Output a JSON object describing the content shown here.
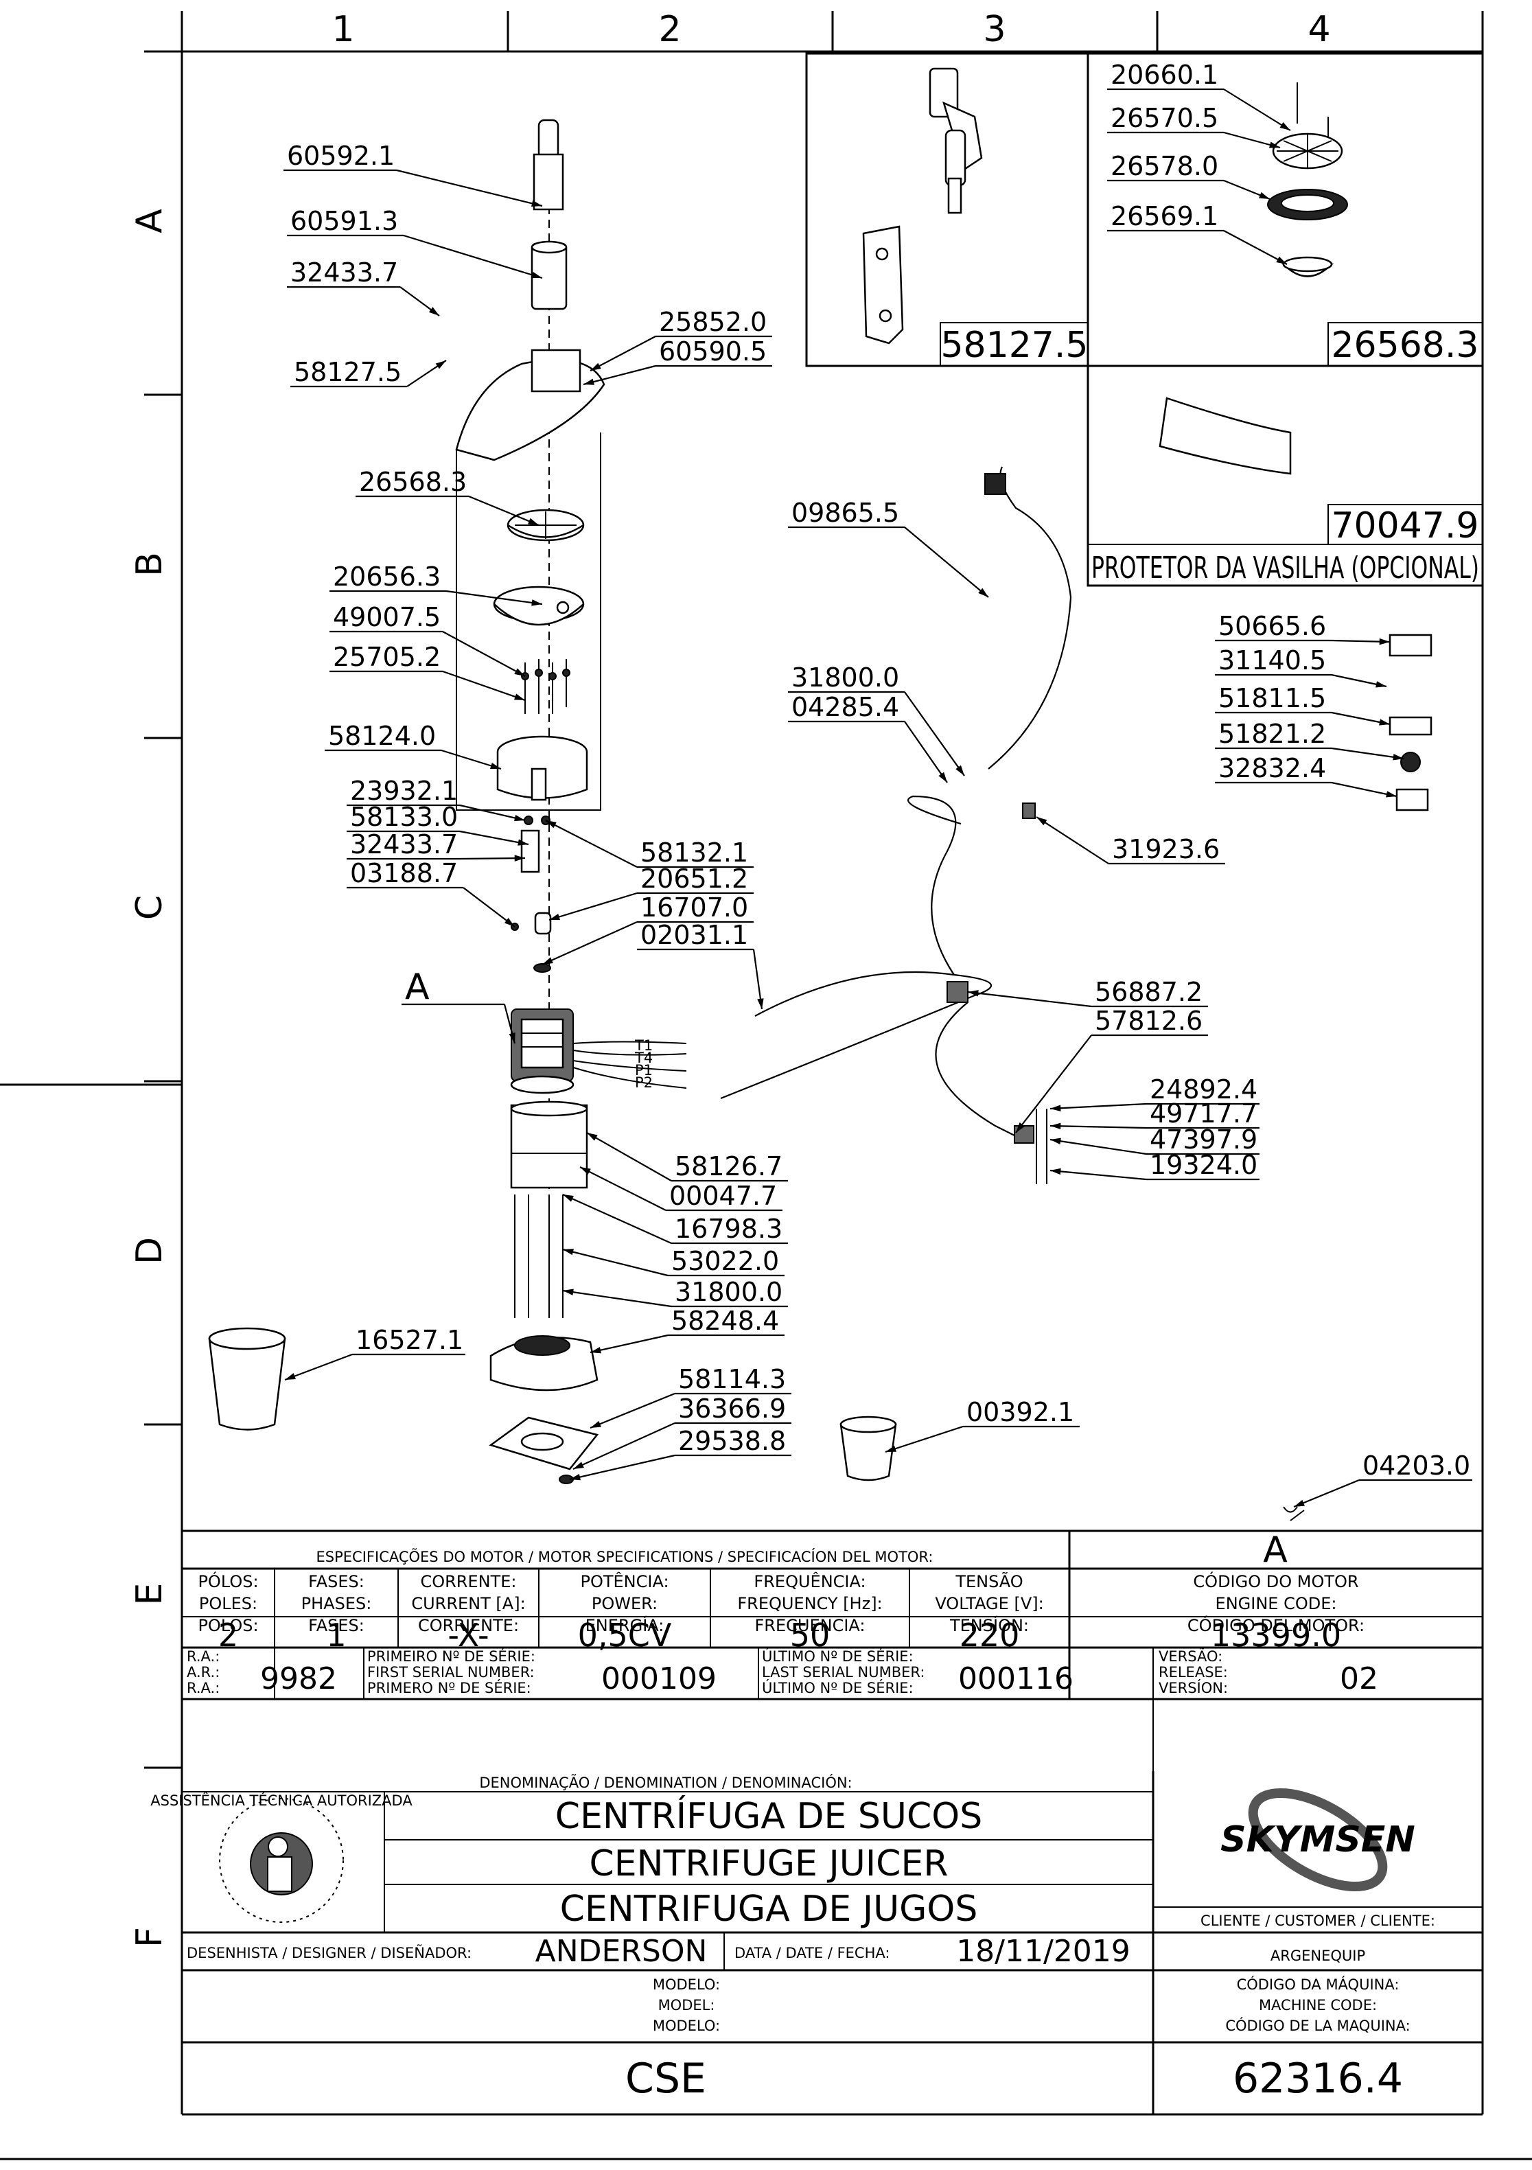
{
  "grid": {
    "columns": [
      "1",
      "2",
      "3",
      "4"
    ],
    "rows": [
      "A",
      "B",
      "C",
      "D",
      "E",
      "F"
    ]
  },
  "callouts": [
    {
      "label": "60592.1"
    },
    {
      "label": "60591.3"
    },
    {
      "label": "32433.7"
    },
    {
      "label": "58127.5"
    },
    {
      "label": "25852.0"
    },
    {
      "label": "60590.5"
    },
    {
      "label": "26568.3"
    },
    {
      "label": "20656.3"
    },
    {
      "label": "49007.5"
    },
    {
      "label": "25705.2"
    },
    {
      "label": "58124.0"
    },
    {
      "label": "23932.1"
    },
    {
      "label": "58133.0"
    },
    {
      "label": "32433.7"
    },
    {
      "label": "03188.7"
    },
    {
      "label": "58132.1"
    },
    {
      "label": "20651.2"
    },
    {
      "label": "16707.0"
    },
    {
      "label": "02031.1"
    },
    {
      "label": "A"
    },
    {
      "label": "09865.5"
    },
    {
      "label": "31800.0"
    },
    {
      "label": "04285.4"
    },
    {
      "label": "31923.6"
    },
    {
      "label": "56887.2"
    },
    {
      "label": "57812.6"
    },
    {
      "label": "24892.4"
    },
    {
      "label": "49717.7"
    },
    {
      "label": "47397.9"
    },
    {
      "label": "19324.0"
    },
    {
      "label": "58126.7"
    },
    {
      "label": "00047.7"
    },
    {
      "label": "16798.3"
    },
    {
      "label": "53022.0"
    },
    {
      "label": "31800.0"
    },
    {
      "label": "58248.4"
    },
    {
      "label": "16527.1"
    },
    {
      "label": "58114.3"
    },
    {
      "label": "36366.9"
    },
    {
      "label": "29538.8"
    },
    {
      "label": "00392.1"
    },
    {
      "label": "04203.0"
    },
    {
      "label": "50665.6"
    },
    {
      "label": "31140.5"
    },
    {
      "label": "51811.5"
    },
    {
      "label": "51821.2"
    },
    {
      "label": "32832.4"
    },
    {
      "label": "20660.1"
    },
    {
      "label": "26570.5"
    },
    {
      "label": "26578.0"
    },
    {
      "label": "26569.1"
    }
  ],
  "wire_terminals": [
    "T1",
    "T4",
    "P1",
    "P2"
  ],
  "detail_boxes": {
    "box1_code": "58127.5",
    "box2_code": "26568.3",
    "box3_code": "70047.9",
    "box3_caption": "PROTETOR DA VASILHA (OPCIONAL)"
  },
  "motor": {
    "header": "ESPECIFICAÇÕES DO MOTOR / MOTOR SPECIFICATIONS / SPECIFICACÍON DEL MOTOR:",
    "ref": "A",
    "columns": [
      {
        "lines": [
          "PÓLOS:",
          "POLES:",
          "POLOS:"
        ],
        "value": "2"
      },
      {
        "lines": [
          "FASES:",
          "PHASES:",
          "FASES:"
        ],
        "value": "1"
      },
      {
        "lines": [
          "CORRENTE:",
          "CURRENT [A]:",
          "CORRIENTE:"
        ],
        "value": "-X-"
      },
      {
        "lines": [
          "POTÊNCIA:",
          "POWER:",
          "ENERGÍA:"
        ],
        "value": "0,5CV"
      },
      {
        "lines": [
          "FREQUÊNCIA:",
          "FREQUENCY [Hz]:",
          "FRECUENCIA:"
        ],
        "value": "50"
      },
      {
        "lines": [
          "TENSÃO",
          "VOLTAGE [V]:",
          "TENSÍON:"
        ],
        "value": "220"
      },
      {
        "lines": [
          "CÓDIGO DO MOTOR",
          "ENGINE CODE:",
          "CÓDIGO DEL MOTOR:"
        ],
        "value": "13399.0"
      }
    ]
  },
  "serial": {
    "ra_lines": [
      "R.A.:",
      "A.R.:",
      "R.A.:"
    ],
    "ra_value": "9982",
    "first_lines": [
      "PRIMEIRO Nº DE SÉRIE:",
      "FIRST SERIAL NUMBER:",
      "PRIMERO Nº DE SÉRIE:"
    ],
    "first_value": "000109",
    "last_lines": [
      "ÚLTIMO Nº DE SÉRIE:",
      "LAST SERIAL NUMBER:",
      "ÚLTIMO Nº DE SÉRIE:"
    ],
    "last_value": "000116",
    "version_lines": [
      "VERSÃO:",
      "RELEASE:",
      "VERSÍON:"
    ],
    "version_value": "02"
  },
  "title_block": {
    "denomination_header": "DENOMINAÇÃO / DENOMINATION / DENOMINACIÓN:",
    "names": [
      "CENTRÍFUGA DE SUCOS",
      "CENTRIFUGE JUICER",
      "CENTRIFUGA DE JUGOS"
    ],
    "stamp_text": "ASSISTÊNCIA TÉCNICA AUTORIZADA",
    "brand": "SKYMSEN",
    "client_label": "CLIENTE / CUSTOMER / CLIENTE:",
    "client_value": "ARGENEQUIP",
    "designer_label": "DESENHISTA / DESIGNER / DISEÑADOR:",
    "designer_value": "ANDERSON",
    "date_label": "DATA / DATE / FECHA:",
    "date_value": "18/11/2019",
    "model_lines": [
      "MODELO:",
      "MODEL:",
      "MODELO:"
    ],
    "model_value": "CSE",
    "machine_code_lines": [
      "CÓDIGO DA MÁQUINA:",
      "MACHINE CODE:",
      "CÓDIGO DE LA MAQUINA:"
    ],
    "machine_code_value": "62316.4"
  }
}
